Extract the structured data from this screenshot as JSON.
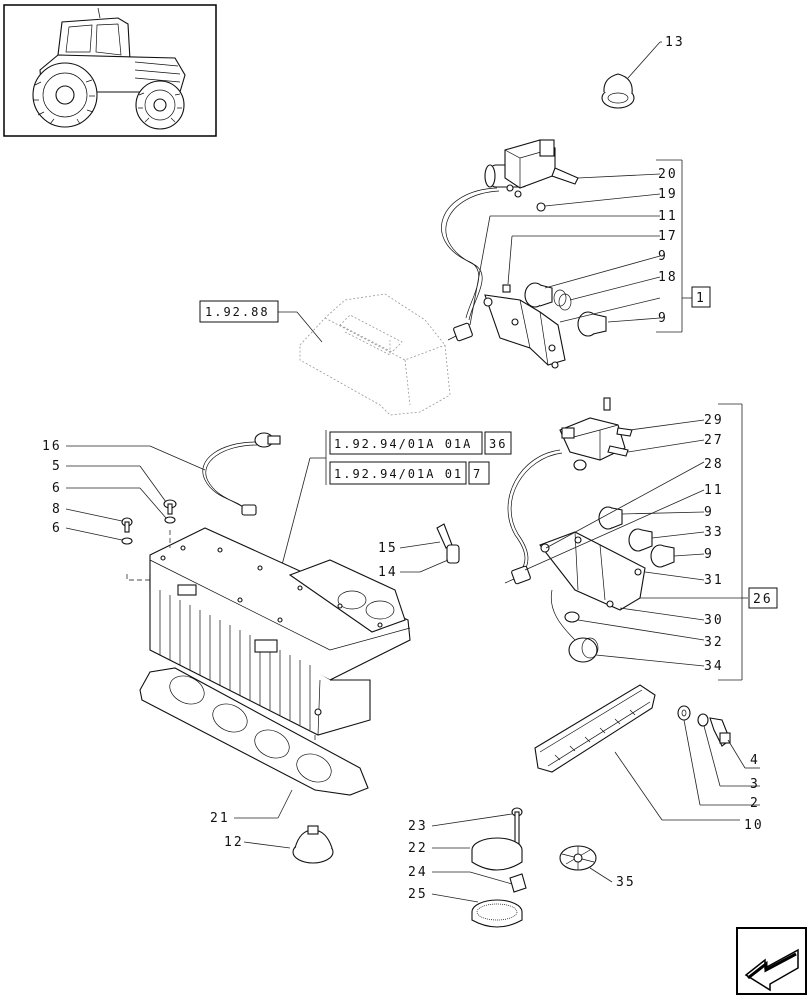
{
  "callouts": {
    "c13": "13",
    "c20": "20",
    "c19": "19",
    "c11a": "11",
    "c17": "17",
    "c9a": "9",
    "c18": "18",
    "c9b": "9",
    "c1": "1",
    "c29": "29",
    "c27": "27",
    "c28": "28",
    "c11b": "11",
    "c9c": "9",
    "c33": "33",
    "c9d": "9",
    "c31": "31",
    "c26": "26",
    "c30": "30",
    "c32": "32",
    "c34": "34",
    "c16": "16",
    "c5": "5",
    "c6a": "6",
    "c8": "8",
    "c6b": "6",
    "c15": "15",
    "c14": "14",
    "c4": "4",
    "c3": "3",
    "c2": "2",
    "c10": "10",
    "c21": "21",
    "c12": "12",
    "c23": "23",
    "c22": "22",
    "c24": "24",
    "c25": "25",
    "c35": "35"
  },
  "references": {
    "ref_19288": "1.92.88",
    "ref_a": "1.92.94/01A 01A",
    "ref_a_num": "36",
    "ref_b": "1.92.94/01A 01",
    "ref_b_num": "7"
  },
  "icons": {
    "thumbnail": "tractor-thumbnail-icon",
    "navigation": "next-page-arrow-icon"
  }
}
